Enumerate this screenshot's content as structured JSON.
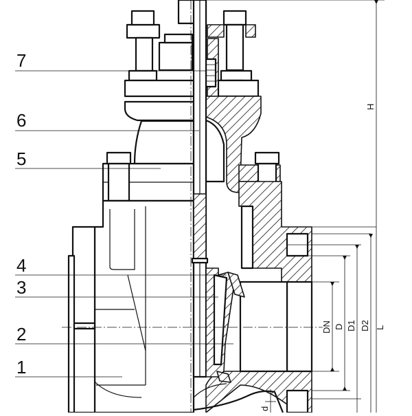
{
  "diagram": {
    "part_labels": [
      {
        "id": "p7",
        "text": "7"
      },
      {
        "id": "p6",
        "text": "6"
      },
      {
        "id": "p5",
        "text": "5"
      },
      {
        "id": "p4",
        "text": "4"
      },
      {
        "id": "p3",
        "text": "3"
      },
      {
        "id": "p2",
        "text": "2"
      },
      {
        "id": "p1",
        "text": "1"
      }
    ],
    "dimensions": {
      "H": "H",
      "DN": "DN",
      "D": "D",
      "D1": "D1",
      "D2": "D2",
      "L": "L",
      "d": "d"
    }
  }
}
